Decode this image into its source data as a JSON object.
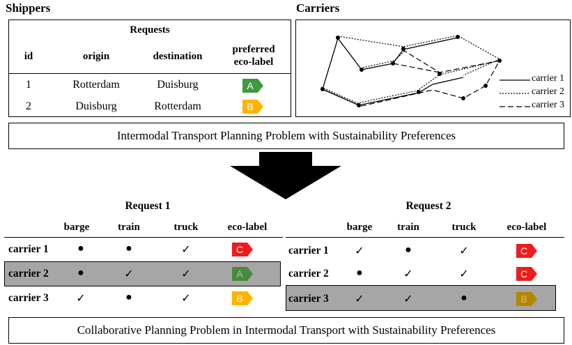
{
  "top": {
    "shippers_title": "Shippers",
    "carriers_title": "Carriers",
    "requests_title": "Requests",
    "columns": {
      "id": "id",
      "origin": "origin",
      "destination": "destination",
      "label_line1": "preferred",
      "label_line2": "eco-label"
    },
    "rows": [
      {
        "id": "1",
        "origin": "Rotterdam",
        "destination": "Duisburg",
        "label": "A",
        "color": "#3d9a3d"
      },
      {
        "id": "2",
        "origin": "Duisburg",
        "destination": "Rotterdam",
        "label": "B",
        "color": "#ffb300"
      }
    ],
    "legend": [
      "carrier 1",
      "carrier 2",
      "carrier 3"
    ],
    "caption": "Intermodal Transport Planning Problem with Sustainability Preferences"
  },
  "bottom": {
    "tables": [
      {
        "title": "Request 1",
        "headers": [
          "barge",
          "train",
          "truck",
          "eco-label"
        ],
        "rows": [
          {
            "carrier": "carrier 1",
            "cells": [
              "●",
              "●",
              "✓"
            ],
            "label": "C",
            "color": "#ee1c1c",
            "text_color": "#ffffff",
            "highlight": false
          },
          {
            "carrier": "carrier 2",
            "cells": [
              "●",
              "✓",
              "✓"
            ],
            "label": "A",
            "color": "#4a8a3c",
            "text_color": "#a9c99e",
            "highlight": true
          },
          {
            "carrier": "carrier 3",
            "cells": [
              "✓",
              "●",
              "✓"
            ],
            "label": "B",
            "color": "#ffb300",
            "text_color": "#ffffff",
            "highlight": false
          }
        ]
      },
      {
        "title": "Request 2",
        "headers": [
          "barge",
          "train",
          "truck",
          "eco-label"
        ],
        "rows": [
          {
            "carrier": "carrier 1",
            "cells": [
              "✓",
              "●",
              "✓"
            ],
            "label": "C",
            "color": "#ee1c1c",
            "text_color": "#ffffff",
            "highlight": false
          },
          {
            "carrier": "carrier 2",
            "cells": [
              "●",
              "✓",
              "✓"
            ],
            "label": "C",
            "color": "#ee1c1c",
            "text_color": "#ffffff",
            "highlight": false
          },
          {
            "carrier": "carrier 3",
            "cells": [
              "✓",
              "✓",
              "●"
            ],
            "label": "B",
            "color": "#b38600",
            "text_color": "#e0c070",
            "highlight": true
          }
        ]
      }
    ],
    "caption": "Collaborative Planning Problem in Intermodal Transport with Sustainability Preferences"
  }
}
